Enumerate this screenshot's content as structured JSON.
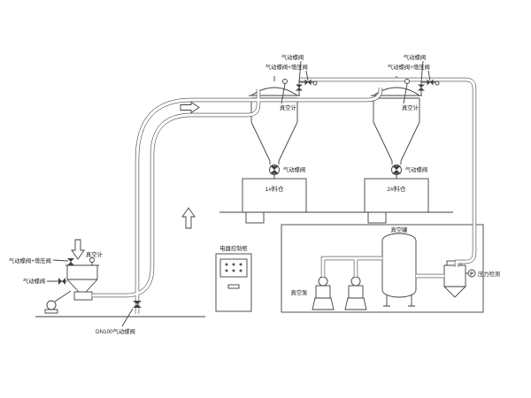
{
  "colors": {
    "line": "#3f3f3f",
    "background": "#ffffff"
  },
  "labels": {
    "vessel1": {
      "valve_top": "气动蝶阀",
      "valve_boost": "气动蝶阀+增压阀",
      "vacuum_gauge": "真空计",
      "valve_bottom": "气动蝶阀",
      "silo": "1#料仓"
    },
    "vessel2": {
      "valve_top": "气动蝶阀",
      "valve_boost": "气动蝶阀+增压阀",
      "vacuum_gauge": "真空计",
      "valve_bottom": "气动蝶阀",
      "silo": "2#料仓"
    },
    "feeder": {
      "valve_boost": "气动蝶阀+增压阀",
      "vacuum_gauge": "真空计",
      "valve_side": "气动蝶阀",
      "dn100_valve": "DN100气动蝶阀"
    },
    "cabinet": {
      "title": "电器控制柜"
    },
    "vacuum_station": {
      "pump": "真空泵",
      "tank": "真空罐",
      "pressure": "压力检测",
      "gauge_letter": "P"
    }
  }
}
